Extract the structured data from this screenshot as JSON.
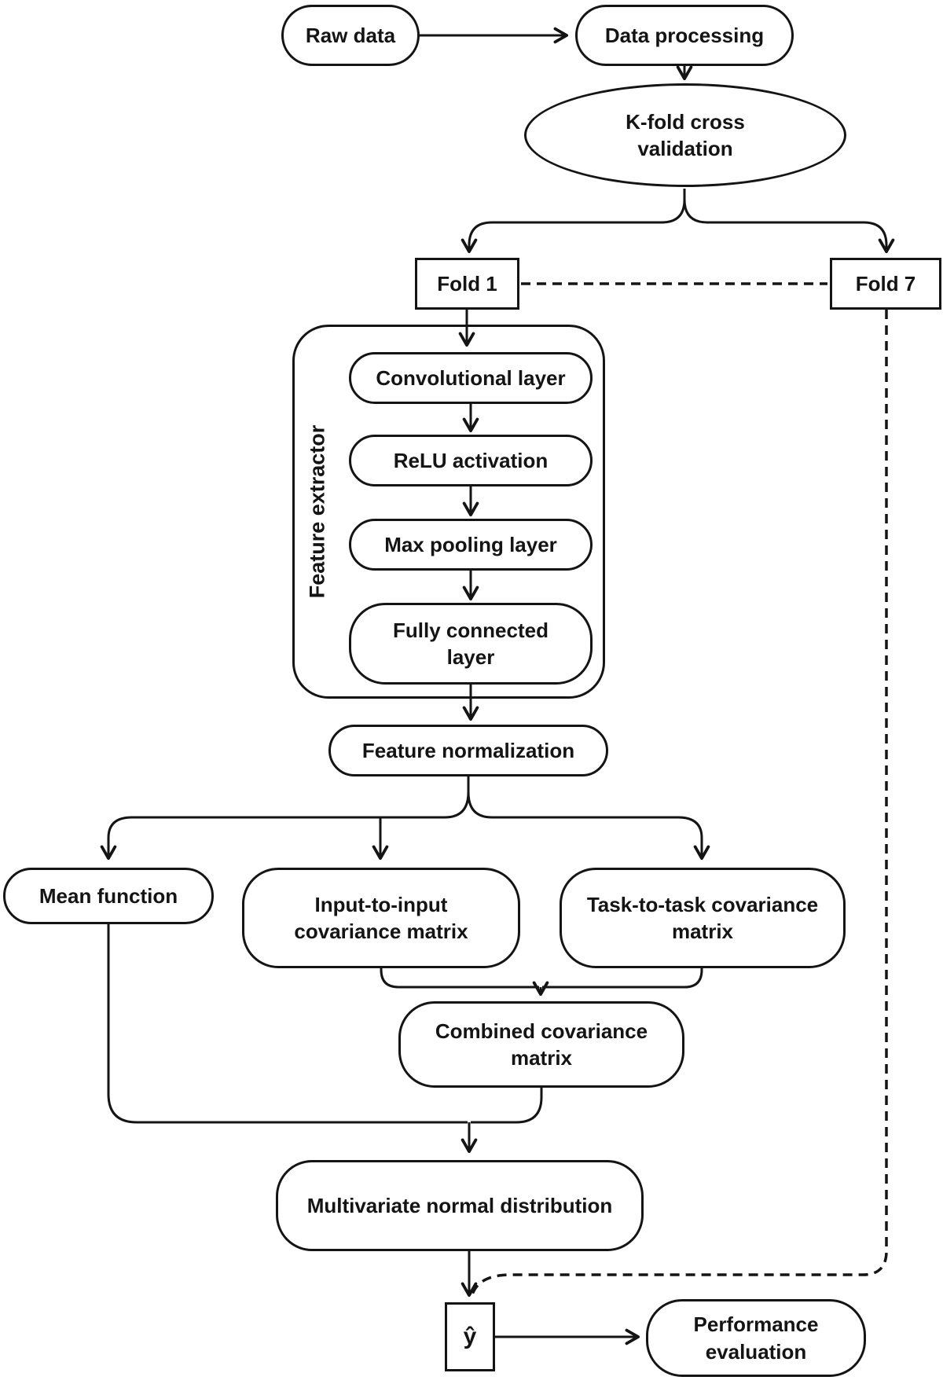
{
  "diagram": {
    "type": "flowchart",
    "colors": {
      "stroke": "#141414",
      "background": "#ffffff",
      "text": "#141414"
    },
    "nodes": {
      "raw_data": {
        "label": "Raw data",
        "shape": "rounded"
      },
      "data_processing": {
        "label": "Data processing",
        "shape": "rounded"
      },
      "kfold": {
        "label": "K-fold cross validation",
        "shape": "ellipse"
      },
      "fold1": {
        "label": "Fold 1",
        "shape": "rect"
      },
      "fold7": {
        "label": "Fold 7",
        "shape": "rect"
      },
      "feature_extractor": {
        "label": "Feature extractor",
        "shape": "group"
      },
      "conv": {
        "label": "Convolutional layer",
        "shape": "rounded"
      },
      "relu": {
        "label": "ReLU activation",
        "shape": "rounded"
      },
      "maxpool": {
        "label": "Max pooling layer",
        "shape": "rounded"
      },
      "fc": {
        "label": "Fully connected layer",
        "shape": "rounded"
      },
      "feature_norm": {
        "label": "Feature normalization",
        "shape": "rounded"
      },
      "mean_fn": {
        "label": "Mean function",
        "shape": "rounded"
      },
      "input_cov": {
        "label": "Input-to-input covariance matrix",
        "shape": "rounded"
      },
      "task_cov": {
        "label": "Task-to-task covariance matrix",
        "shape": "rounded"
      },
      "combined_cov": {
        "label": "Combined covariance matrix",
        "shape": "rounded"
      },
      "mvn": {
        "label": "Multivariate normal distribution",
        "shape": "rounded"
      },
      "yhat": {
        "label": "ŷ",
        "shape": "rect"
      },
      "perf": {
        "label": "Performance evaluation",
        "shape": "rounded"
      }
    },
    "edges": [
      {
        "from": "raw_data",
        "to": "data_processing",
        "style": "solid-arrow"
      },
      {
        "from": "data_processing",
        "to": "kfold",
        "style": "solid-arrow"
      },
      {
        "from": "kfold",
        "to": "fold1",
        "style": "solid-arrow"
      },
      {
        "from": "kfold",
        "to": "fold7",
        "style": "solid-arrow"
      },
      {
        "from": "fold1",
        "to": "fold7",
        "style": "dashed"
      },
      {
        "from": "fold1",
        "to": "conv",
        "style": "solid-arrow"
      },
      {
        "from": "conv",
        "to": "relu",
        "style": "solid-arrow"
      },
      {
        "from": "relu",
        "to": "maxpool",
        "style": "solid-arrow"
      },
      {
        "from": "maxpool",
        "to": "fc",
        "style": "solid-arrow"
      },
      {
        "from": "fc",
        "to": "feature_norm",
        "style": "solid-arrow"
      },
      {
        "from": "feature_norm",
        "to": "mean_fn",
        "style": "solid-arrow"
      },
      {
        "from": "feature_norm",
        "to": "input_cov",
        "style": "solid-arrow"
      },
      {
        "from": "feature_norm",
        "to": "task_cov",
        "style": "solid-arrow"
      },
      {
        "from": "input_cov",
        "to": "combined_cov",
        "style": "solid-arrow"
      },
      {
        "from": "task_cov",
        "to": "combined_cov",
        "style": "solid-arrow"
      },
      {
        "from": "mean_fn",
        "to": "mvn",
        "style": "solid-arrow"
      },
      {
        "from": "combined_cov",
        "to": "mvn",
        "style": "solid-arrow"
      },
      {
        "from": "mvn",
        "to": "yhat",
        "style": "solid-arrow"
      },
      {
        "from": "fold7",
        "to": "yhat",
        "style": "dashed"
      },
      {
        "from": "yhat",
        "to": "perf",
        "style": "solid-arrow"
      }
    ]
  }
}
